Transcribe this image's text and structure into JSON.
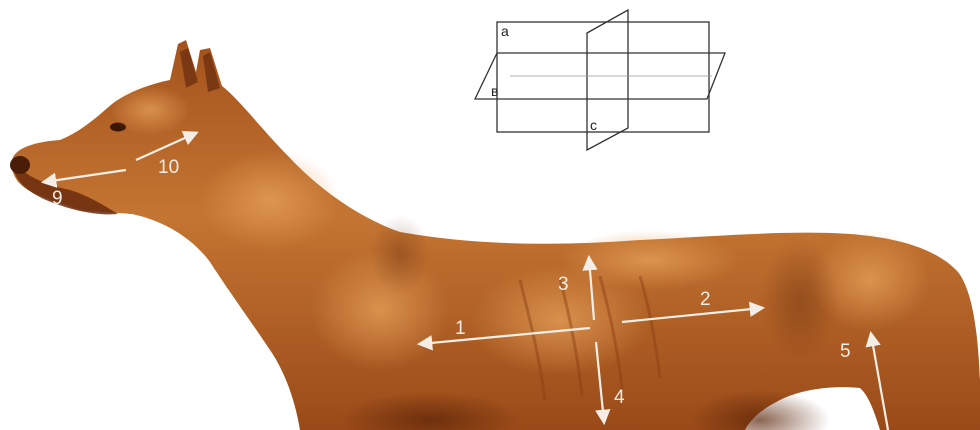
{
  "colors": {
    "body_mid": "#b8662a",
    "body_dark": "#7a3a12",
    "body_light": "#d98b45",
    "shadow": "#4a1e06",
    "arrow": "#f4eee6",
    "plane_stroke": "#333333"
  },
  "planes_diagram": {
    "labels": {
      "a": "a",
      "b": "в",
      "c": "c"
    }
  },
  "direction_labels": {
    "l1": "1",
    "l2": "2",
    "l3": "3",
    "l4": "4",
    "l5": "5",
    "l9": "9",
    "l10": "10"
  }
}
